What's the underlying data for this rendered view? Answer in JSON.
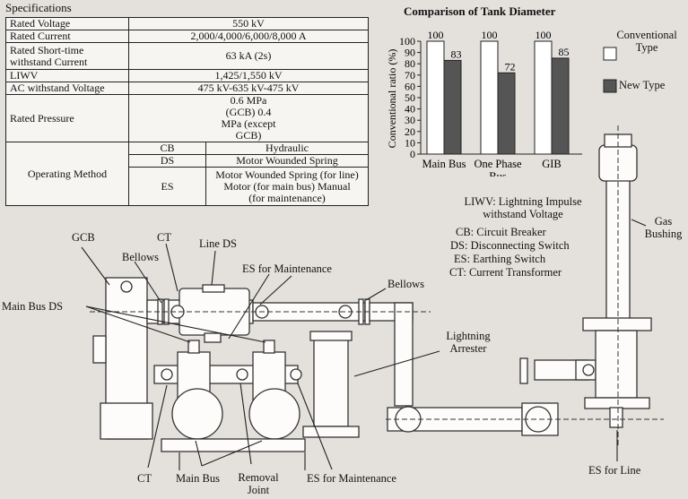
{
  "spec": {
    "title": "Specifications",
    "rows": [
      {
        "label": "Rated Voltage",
        "value": "550 kV"
      },
      {
        "label": "Rated Current",
        "value": "2,000/4,000/6,000/8,000 A"
      },
      {
        "label": "Rated Short-time withstand Current",
        "value": "63 kA (2s)"
      },
      {
        "label": "LIWV",
        "value": "1,425/1,550 kV"
      },
      {
        "label": "AC withstand Voltage",
        "value": "475 kV-635 kV-475 kV"
      },
      {
        "label": "Rated Pressure",
        "value": "0.6 MPa (GCB) 0.4 MPa (except GCB)"
      }
    ],
    "operating": {
      "label": "Operating Method",
      "cb": {
        "code": "CB",
        "value": "Hydraulic"
      },
      "ds": {
        "code": "DS",
        "value": "Motor Wounded Spring"
      },
      "es": {
        "code": "ES",
        "value": "Motor Wounded Spring (for line) Motor (for main bus) Manual (for maintenance)"
      }
    }
  },
  "chart_data": {
    "type": "bar",
    "title": "Comparison of Tank Diameter",
    "ylabel": "Conventional ratio (%)",
    "ylim": [
      0,
      100
    ],
    "yticks": [
      0,
      10,
      20,
      30,
      40,
      50,
      60,
      70,
      80,
      90,
      100
    ],
    "categories": [
      "Main Bus",
      "One Phase Bus",
      "GIB"
    ],
    "series": [
      {
        "name": "Conventional Type",
        "values": [
          100,
          100,
          100
        ],
        "color": "#ffffff"
      },
      {
        "name": "New Type",
        "values": [
          83,
          72,
          85
        ],
        "color": "#555555"
      }
    ],
    "legend": "right"
  },
  "abbrev": {
    "liwv": "LIWV: Lightning Impulse withstand Voltage",
    "cb": "CB: Circuit Breaker",
    "ds": "DS: Disconnecting Switch",
    "es": "ES: Earthing Switch",
    "ct": "CT: Current Transformer"
  },
  "diagram": {
    "gcb": "GCB",
    "bellows_left": "Bellows",
    "ct_top": "CT",
    "line_ds": "Line DS",
    "es_maint_top": "ES for Maintenance",
    "bellows_right": "Bellows",
    "main_bus_ds": "Main Bus DS",
    "lightning_arrester": "Lightning Arrester",
    "gas_bushing": "Gas Bushing",
    "ct_bottom": "CT",
    "main_bus": "Main Bus",
    "removal_joint": "Removal Joint",
    "es_maint_bottom": "ES for Maintenance",
    "es_line": "ES for Line"
  }
}
